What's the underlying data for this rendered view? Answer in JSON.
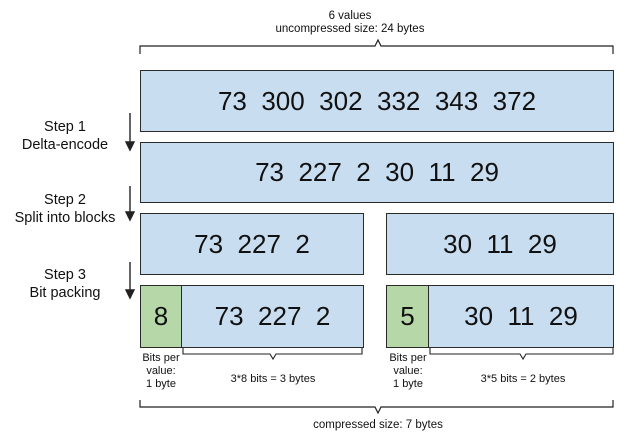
{
  "header": {
    "line1": "6 values",
    "line2": "uncompressed size: 24 bytes"
  },
  "rows": {
    "original": "73  300  302  332  343  372",
    "delta": "73  227  2  30  11  29",
    "block1": "73  227  2",
    "block2": "30  11  29",
    "packed1_width": "8",
    "packed1_values": "73  227  2",
    "packed2_width": "5",
    "packed2_values": "30  11  29"
  },
  "steps": [
    {
      "title": "Step 1",
      "desc": "Delta-encode"
    },
    {
      "title": "Step 2",
      "desc": "Split into blocks"
    },
    {
      "title": "Step 3",
      "desc": "Bit packing"
    }
  ],
  "annotations": {
    "bits_per_value_1": [
      "Bits per",
      "value:",
      "1 byte"
    ],
    "bits_per_value_2": [
      "Bits per",
      "value:",
      "1 byte"
    ],
    "block1_size": "3*8 bits = 3 bytes",
    "block2_size": "3*5 bits = 2 bytes",
    "compressed": "compressed size: 7 bytes"
  },
  "colors": {
    "value_box": "#c9ddf0",
    "width_box": "#b6d7a8"
  }
}
